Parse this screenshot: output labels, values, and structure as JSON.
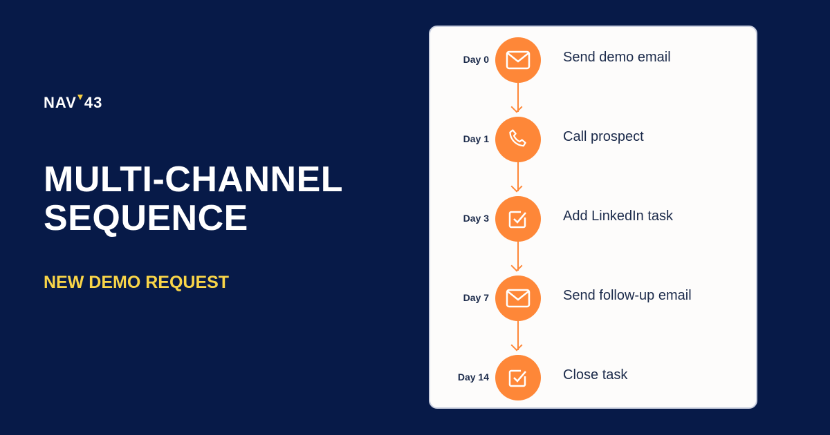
{
  "brand": {
    "name_left": "NAV",
    "name_right": "43",
    "accent": "#f6cf3f"
  },
  "title_lines": [
    "MULTI-CHANNEL",
    "SEQUENCE"
  ],
  "subtitle": "NEW DEMO REQUEST",
  "colors": {
    "background": "#071a48",
    "orange": "#fe8738",
    "yellow": "#f9d548"
  },
  "steps": [
    {
      "day": "Day 0",
      "label": "Send demo email",
      "icon": "envelope-icon"
    },
    {
      "day": "Day 1",
      "label": "Call prospect",
      "icon": "phone-icon"
    },
    {
      "day": "Day 3",
      "label": "Add LinkedIn task",
      "icon": "checkbox-icon"
    },
    {
      "day": "Day 7",
      "label": "Send follow-up email",
      "icon": "envelope-icon"
    },
    {
      "day": "Day 14",
      "label": "Close task",
      "icon": "checkbox-icon"
    }
  ]
}
